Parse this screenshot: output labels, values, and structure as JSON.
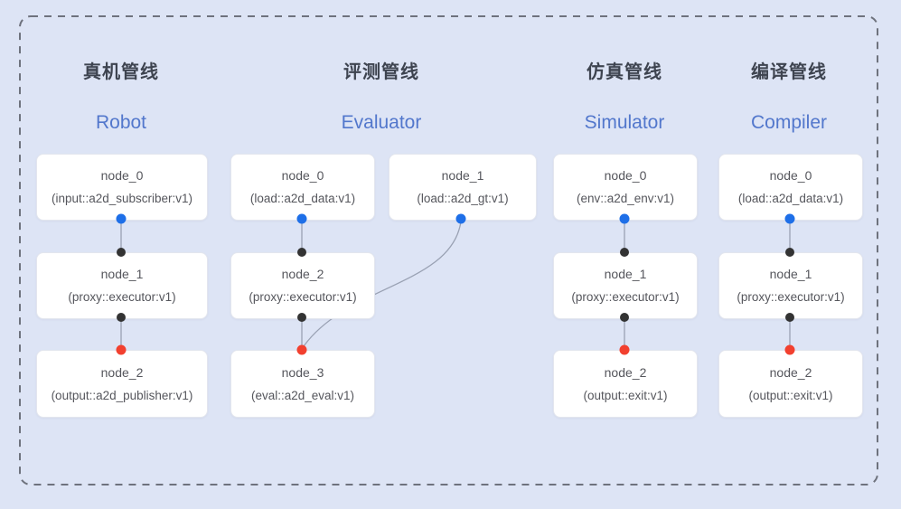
{
  "diagram": {
    "background": "#dde4f5",
    "frame_color": "#6e727d",
    "colors": {
      "title_cn": "#3e4450",
      "title_en": "#5277cc",
      "node_text": "#55565c",
      "box_bg": "#ffffff",
      "box_border": "#e3e6ee",
      "edge": "#99a1b3",
      "port_blue": "#1e6fe8",
      "port_black": "#333333",
      "port_red": "#f2402f"
    }
  },
  "pipelines": {
    "robot": {
      "title_cn": "真机管线",
      "title_en": "Robot",
      "nodes": {
        "n0": {
          "name": "node_0",
          "type": "(input::a2d_subscriber:v1)"
        },
        "n1": {
          "name": "node_1",
          "type": "(proxy::executor:v1)"
        },
        "n2": {
          "name": "node_2",
          "type": "(output::a2d_publisher:v1)"
        }
      }
    },
    "evaluator": {
      "title_cn": "评测管线",
      "title_en": "Evaluator",
      "nodes": {
        "n0": {
          "name": "node_0",
          "type": "(load::a2d_data:v1)"
        },
        "n1": {
          "name": "node_1",
          "type": "(load::a2d_gt:v1)"
        },
        "n2": {
          "name": "node_2",
          "type": "(proxy::executor:v1)"
        },
        "n3": {
          "name": "node_3",
          "type": "(eval::a2d_eval:v1)"
        }
      }
    },
    "simulator": {
      "title_cn": "仿真管线",
      "title_en": "Simulator",
      "nodes": {
        "n0": {
          "name": "node_0",
          "type": "(env::a2d_env:v1)"
        },
        "n1": {
          "name": "node_1",
          "type": "(proxy::executor:v1)"
        },
        "n2": {
          "name": "node_2",
          "type": "(output::exit:v1)"
        }
      }
    },
    "compiler": {
      "title_cn": "编译管线",
      "title_en": "Compiler",
      "nodes": {
        "n0": {
          "name": "node_0",
          "type": "(load::a2d_data:v1)"
        },
        "n1": {
          "name": "node_1",
          "type": "(proxy::executor:v1)"
        },
        "n2": {
          "name": "node_2",
          "type": "(output::exit:v1)"
        }
      }
    }
  },
  "connections": [
    {
      "from": "robot.n0",
      "to": "robot.n1"
    },
    {
      "from": "robot.n1",
      "to": "robot.n2"
    },
    {
      "from": "evaluator.n0",
      "to": "evaluator.n2"
    },
    {
      "from": "evaluator.n1",
      "to": "evaluator.n3"
    },
    {
      "from": "evaluator.n2",
      "to": "evaluator.n3"
    },
    {
      "from": "simulator.n0",
      "to": "simulator.n1"
    },
    {
      "from": "simulator.n1",
      "to": "simulator.n2"
    },
    {
      "from": "compiler.n0",
      "to": "compiler.n1"
    },
    {
      "from": "compiler.n1",
      "to": "compiler.n2"
    }
  ]
}
